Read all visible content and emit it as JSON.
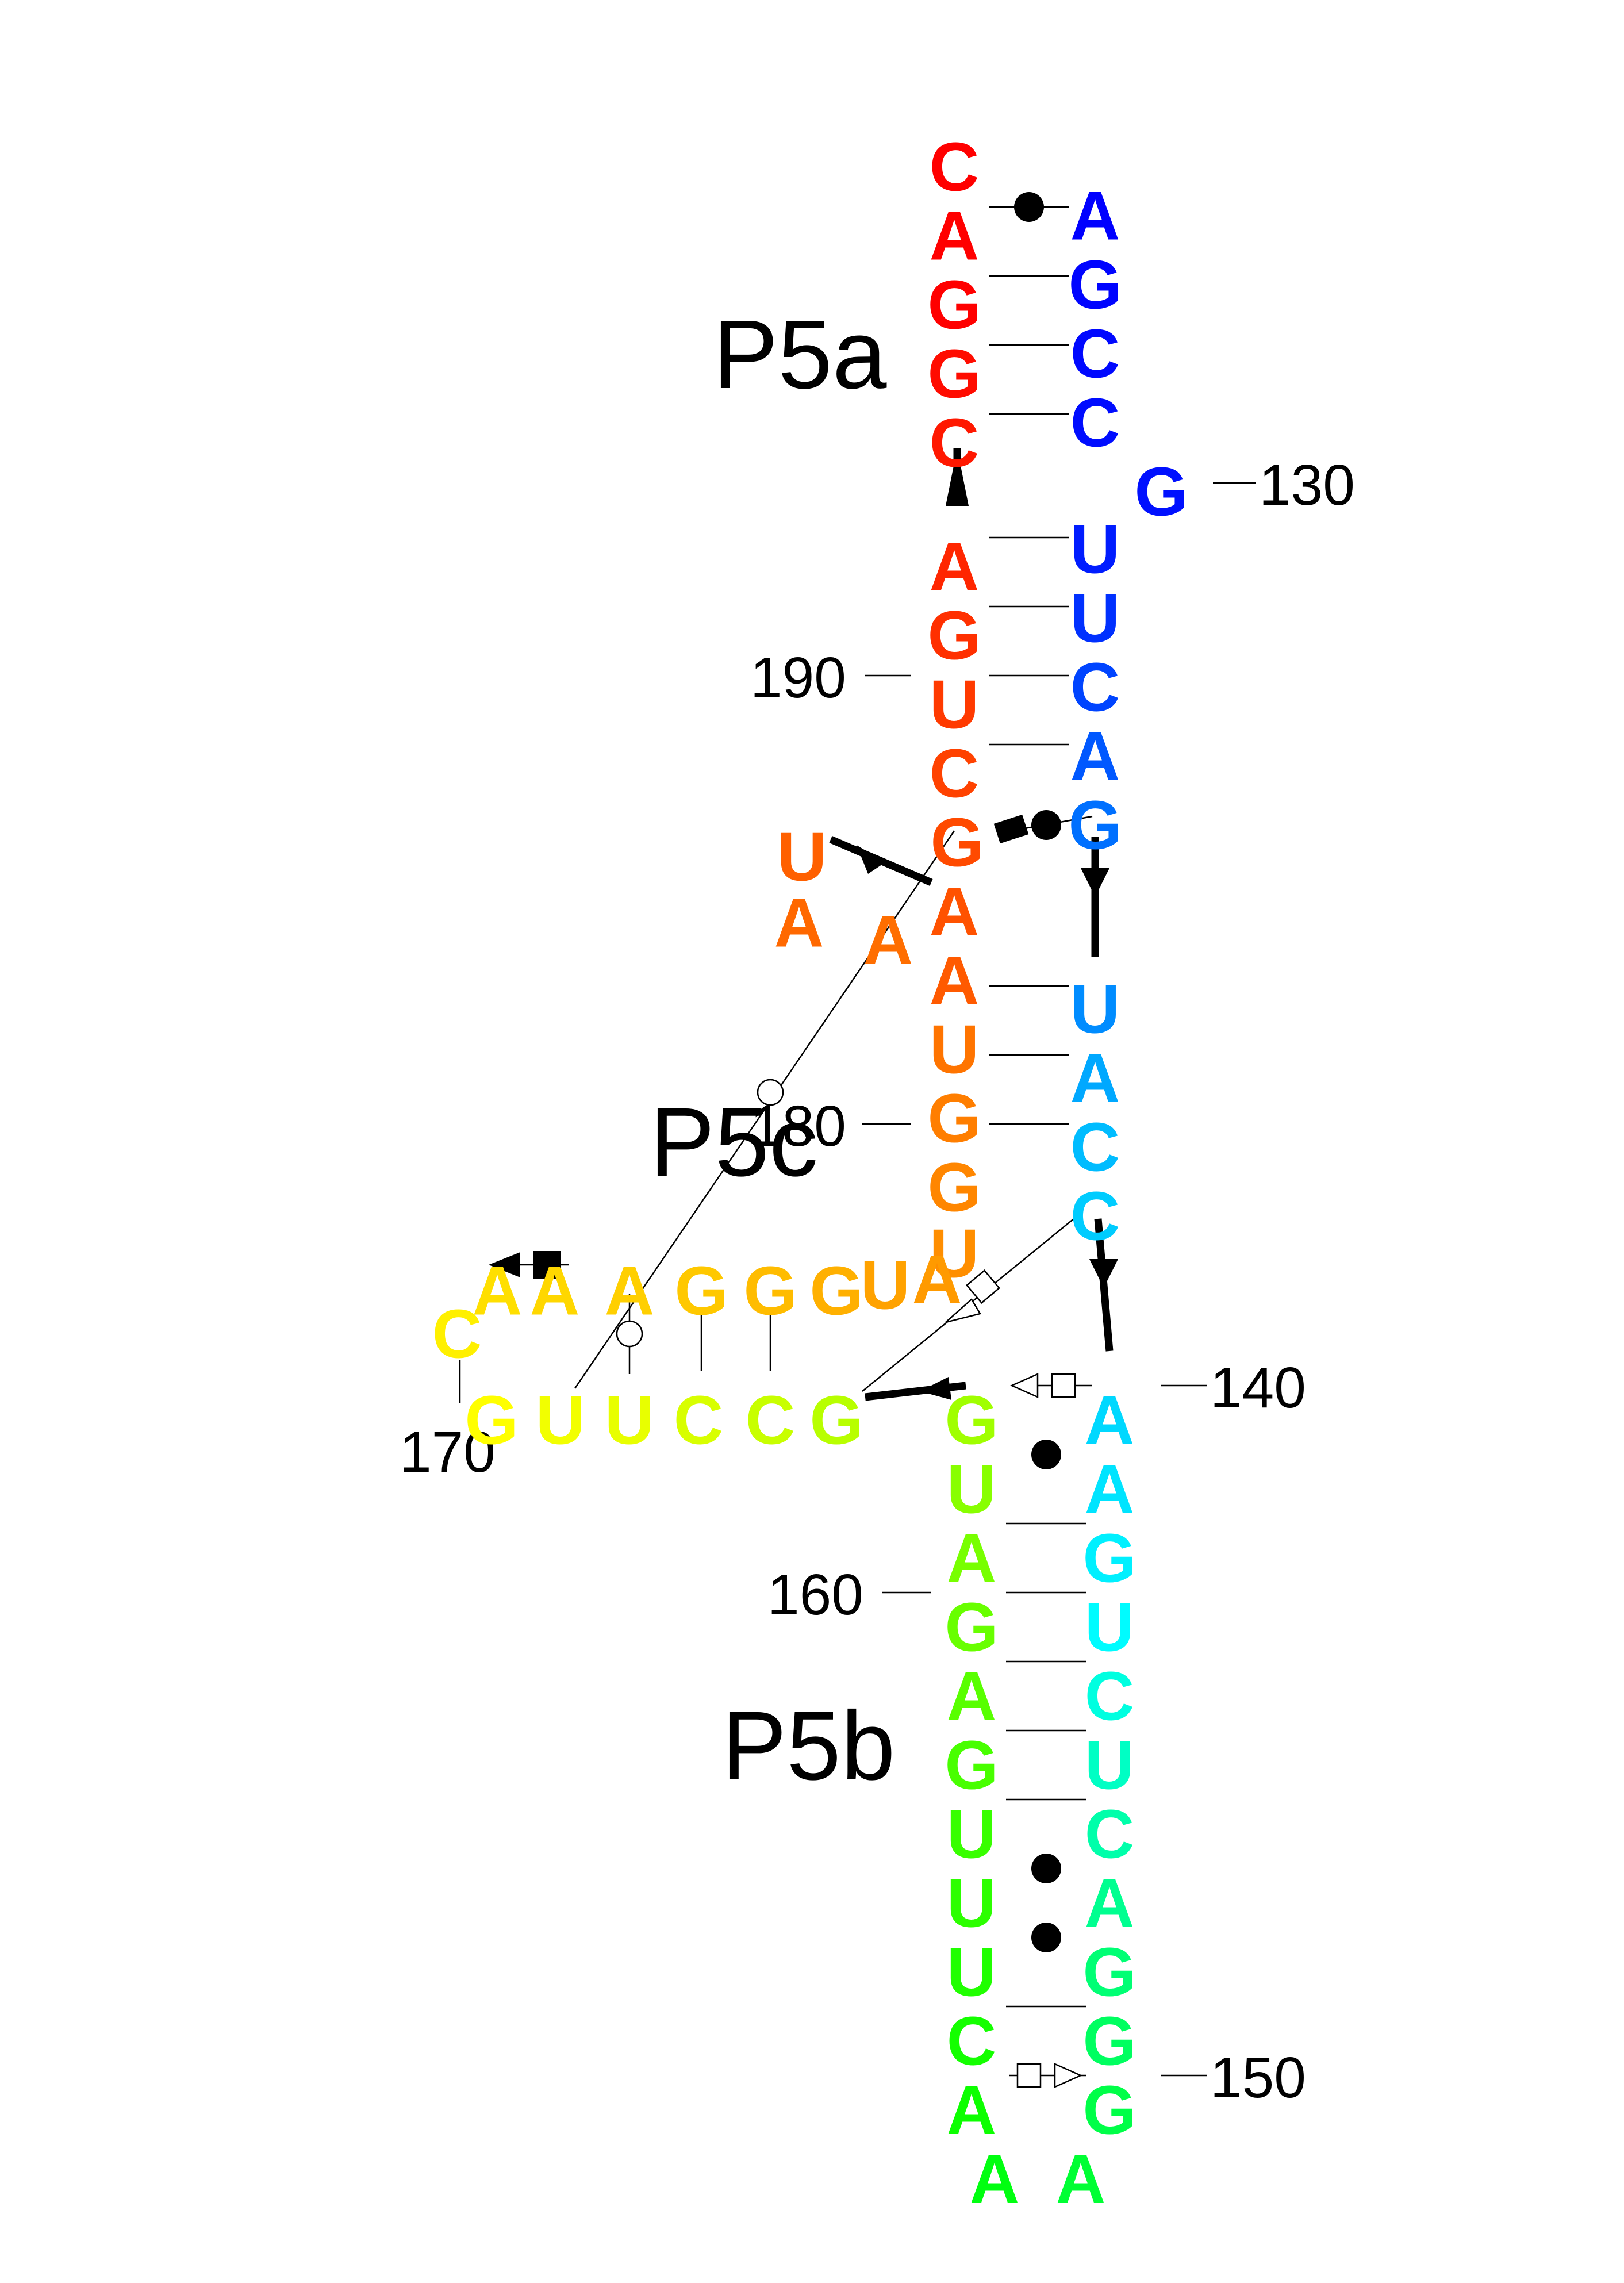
{
  "diagram": {
    "helix_labels": [
      "P5a",
      "P5b",
      "P5c"
    ],
    "position_numbers": [
      "130",
      "140",
      "150",
      "160",
      "170",
      "180",
      "190"
    ],
    "nucleotides": [
      {
        "base": "C",
        "color": "#ff0000"
      },
      {
        "base": "A",
        "color": "#ff0000"
      },
      {
        "base": "G",
        "color": "#ff0000"
      },
      {
        "base": "G",
        "color": "#ff0c00"
      },
      {
        "base": "C",
        "color": "#ff1800"
      },
      {
        "base": "A",
        "color": "#ff2600"
      },
      {
        "base": "G",
        "color": "#ff3000"
      },
      {
        "base": "U",
        "color": "#ff3a00"
      },
      {
        "base": "C",
        "color": "#ff4200"
      },
      {
        "base": "G",
        "color": "#ff4a00"
      },
      {
        "base": "A",
        "color": "#ff5200"
      },
      {
        "base": "A",
        "color": "#ff5a00"
      },
      {
        "base": "U",
        "color": "#ff6000"
      },
      {
        "base": "A",
        "color": "#ff6800"
      },
      {
        "base": "A",
        "color": "#ff6e00"
      },
      {
        "base": "U",
        "color": "#ff7400"
      },
      {
        "base": "G",
        "color": "#ff7e00"
      },
      {
        "base": "G",
        "color": "#ff8600"
      },
      {
        "base": "U",
        "color": "#ff8e00"
      },
      {
        "base": "A",
        "color": "#ff9a00"
      },
      {
        "base": "U",
        "color": "#ffa200"
      },
      {
        "base": "G",
        "color": "#ffb000"
      },
      {
        "base": "G",
        "color": "#ffbc00"
      },
      {
        "base": "G",
        "color": "#ffc800"
      },
      {
        "base": "A",
        "color": "#ffcf00"
      },
      {
        "base": "A",
        "color": "#ffd700"
      },
      {
        "base": "A",
        "color": "#ffdf00"
      },
      {
        "base": "C",
        "color": "#fff000"
      },
      {
        "base": "G",
        "color": "#ffff00"
      },
      {
        "base": "U",
        "color": "#f2ff00"
      },
      {
        "base": "U",
        "color": "#e8ff00"
      },
      {
        "base": "C",
        "color": "#d8ff00"
      },
      {
        "base": "C",
        "color": "#c8ff00"
      },
      {
        "base": "G",
        "color": "#b8ff00"
      },
      {
        "base": "G",
        "color": "#a0ff00"
      },
      {
        "base": "U",
        "color": "#88ff00"
      },
      {
        "base": "A",
        "color": "#78ff00"
      },
      {
        "base": "G",
        "color": "#68ff00"
      },
      {
        "base": "A",
        "color": "#58ff00"
      },
      {
        "base": "G",
        "color": "#48ff00"
      },
      {
        "base": "U",
        "color": "#38ff00"
      },
      {
        "base": "U",
        "color": "#2cff00"
      },
      {
        "base": "U",
        "color": "#20ff00"
      },
      {
        "base": "C",
        "color": "#14ff00"
      },
      {
        "base": "A",
        "color": "#0cff00"
      },
      {
        "base": "A",
        "color": "#00ff10"
      },
      {
        "base": "A",
        "color": "#00ff34"
      },
      {
        "base": "G",
        "color": "#00ff48"
      },
      {
        "base": "G",
        "color": "#00ff60"
      },
      {
        "base": "G",
        "color": "#00ff74"
      },
      {
        "base": "A",
        "color": "#00ff90"
      },
      {
        "base": "C",
        "color": "#00ffaa"
      },
      {
        "base": "U",
        "color": "#00ffc4"
      },
      {
        "base": "C",
        "color": "#00ffe0"
      },
      {
        "base": "U",
        "color": "#00fcff"
      },
      {
        "base": "G",
        "color": "#00f0ff"
      },
      {
        "base": "A",
        "color": "#00e4ff"
      },
      {
        "base": "A",
        "color": "#00d8ff"
      },
      {
        "base": "C",
        "color": "#00ccff"
      },
      {
        "base": "C",
        "color": "#00bcff"
      },
      {
        "base": "A",
        "color": "#00a8ff"
      },
      {
        "base": "U",
        "color": "#008cff"
      },
      {
        "base": "G",
        "color": "#0070ff"
      },
      {
        "base": "A",
        "color": "#0058ff"
      },
      {
        "base": "C",
        "color": "#0044ff"
      },
      {
        "base": "U",
        "color": "#0030ff"
      },
      {
        "base": "U",
        "color": "#001cff"
      },
      {
        "base": "G",
        "color": "#0010ff"
      },
      {
        "base": "C",
        "color": "#000cff"
      },
      {
        "base": "C",
        "color": "#0008ff"
      },
      {
        "base": "G",
        "color": "#0004ff"
      },
      {
        "base": "A",
        "color": "#0000ff"
      }
    ]
  }
}
